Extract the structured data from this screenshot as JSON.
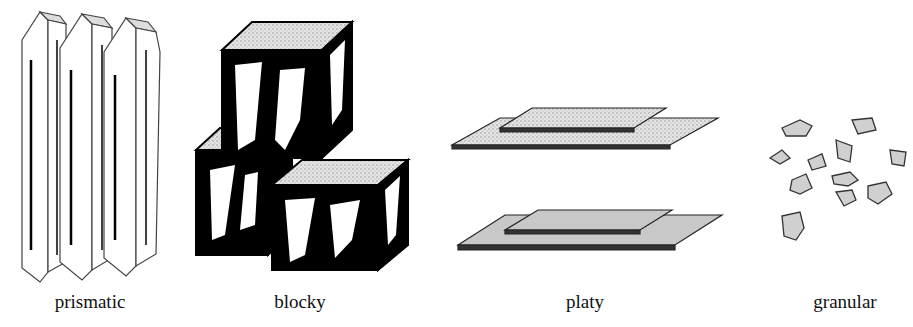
{
  "diagram": {
    "labels": [
      "prismatic",
      "blocky",
      "platy",
      "granular"
    ]
  }
}
